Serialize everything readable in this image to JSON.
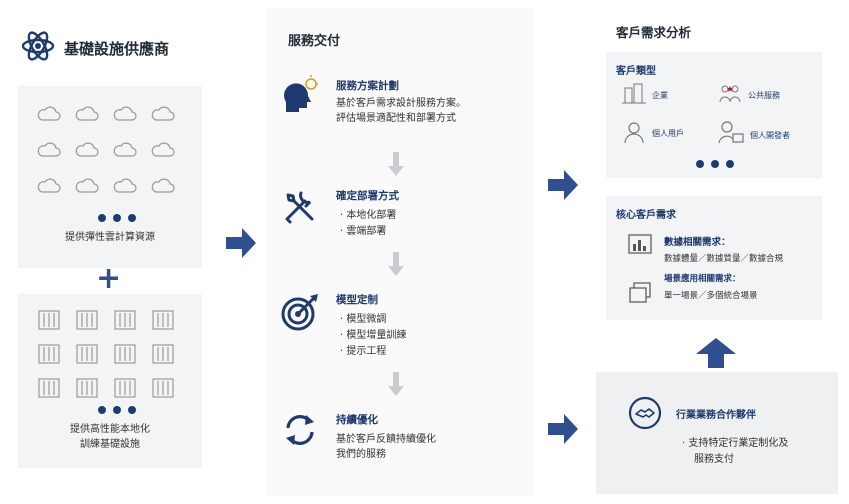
{
  "left": {
    "title": "基礎設施供應商",
    "cloud_caption": "提供彈性雲計算資源",
    "plus": "+",
    "server_caption_line1": "提供高性能本地化",
    "server_caption_line2": "訓練基礎設施"
  },
  "middle": {
    "title": "服務交付",
    "steps": [
      {
        "title": "服務方案計劃",
        "lines": [
          "基於客戶需求設計服務方案。",
          "評估場景適配性和部署方式"
        ]
      },
      {
        "title": "確定部署方式",
        "bullets": [
          "本地化部署",
          "雲端部署"
        ]
      },
      {
        "title": "模型定制",
        "bullets": [
          "模型微調",
          "模型增量訓練",
          "提示工程"
        ]
      },
      {
        "title": "持續優化",
        "lines": [
          "基於客戶反饋持續優化",
          "我們的服務"
        ]
      }
    ]
  },
  "right": {
    "title": "客戶需求分析",
    "customer_types": {
      "title": "客戶類型",
      "items": [
        "企業",
        "公共服務",
        "個人用戶",
        "個人開發者"
      ]
    },
    "core_needs": {
      "title": "核心客戶需求",
      "data_title": "數據相關需求：",
      "data_text": "數據體量／數據質量／數據合規",
      "scene_title": "場景應用相關需求：",
      "scene_text": "單一場景／多個統合場景"
    },
    "partner": {
      "title": "行業業務合作夥伴",
      "line1": "支持特定行業定制化及",
      "line2": "服務支付"
    }
  },
  "colors": {
    "navy": "#1e3a6e",
    "arrow": "#2f4f8f",
    "arrow_light": "#c9ccd1",
    "panel": "#f3f4f6"
  }
}
